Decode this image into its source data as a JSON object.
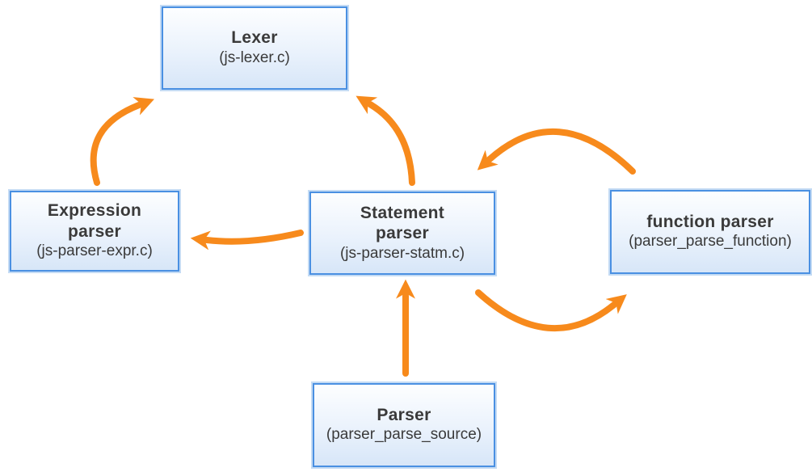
{
  "diagram": {
    "nodes": {
      "lexer": {
        "title": "Lexer",
        "subtitle": "(js-lexer.c)"
      },
      "expression_parser": {
        "title": "Expression\nparser",
        "subtitle": "(js-parser-expr.c)"
      },
      "statement_parser": {
        "title": "Statement\nparser",
        "subtitle": "(js-parser-statm.c)"
      },
      "function_parser": {
        "title": "function parser",
        "subtitle": "(parser_parse_function)"
      },
      "parser": {
        "title": "Parser",
        "subtitle": "(parser_parse_source)"
      }
    },
    "edges": [
      {
        "from": "expression_parser",
        "to": "lexer"
      },
      {
        "from": "statement_parser",
        "to": "lexer"
      },
      {
        "from": "statement_parser",
        "to": "expression_parser"
      },
      {
        "from": "function_parser",
        "to": "statement_parser"
      },
      {
        "from": "statement_parser",
        "to": "function_parser"
      },
      {
        "from": "parser",
        "to": "statement_parser"
      }
    ]
  },
  "colors": {
    "arrow": "#F78A1C",
    "node_border": "#4A90E2",
    "node_halo": "#C4DBF4",
    "node_fill_top": "#FDFEFF",
    "node_fill_bottom": "#D7E6F8",
    "text": "#3A3A3A"
  }
}
